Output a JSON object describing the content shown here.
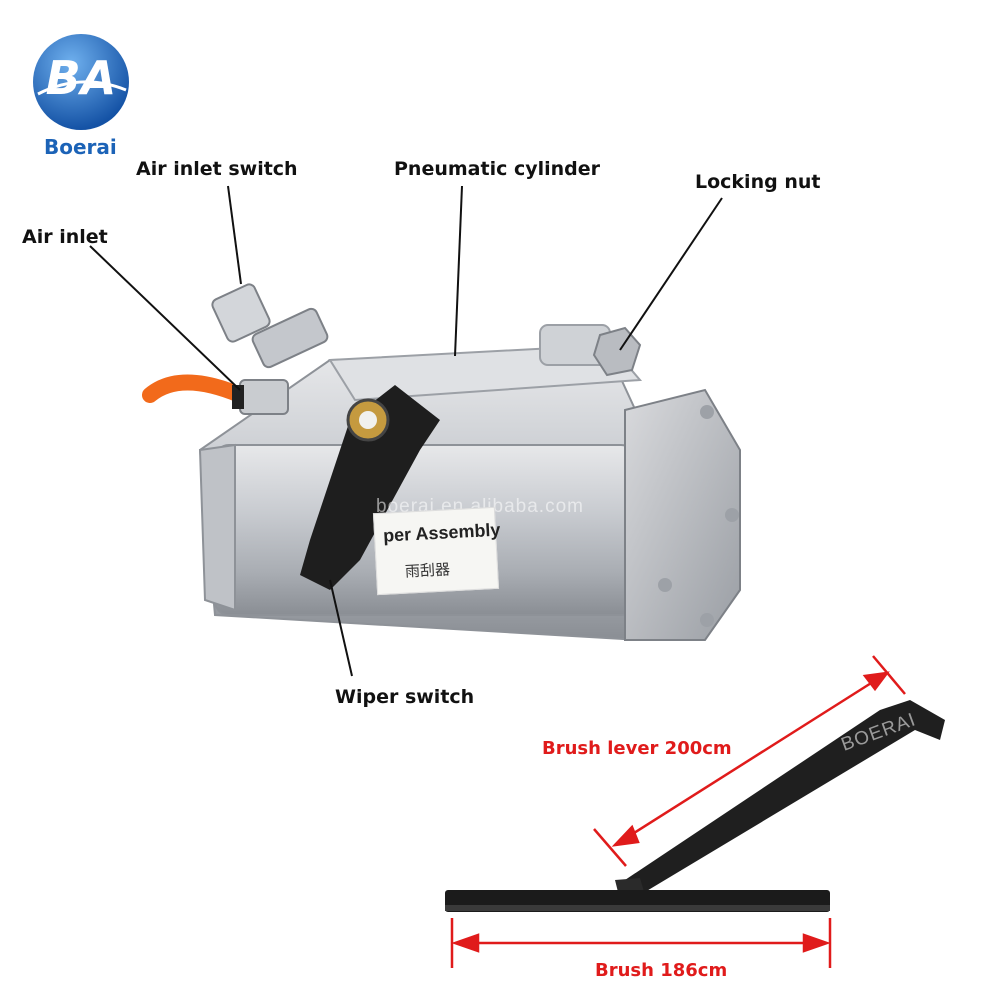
{
  "brand": {
    "logo_letters": "BA",
    "name": "Boerai"
  },
  "watermarks": {
    "site": "boerai.en.alibaba.com",
    "mark": "BOERAI"
  },
  "callouts": {
    "air_inlet_switch": "Air inlet switch",
    "pneumatic_cylinder": "Pneumatic cylinder",
    "locking_nut": "Locking nut",
    "air_inlet": "Air inlet",
    "wiper_switch": "Wiper switch"
  },
  "sticker": {
    "line1": "per Assembly",
    "line2": "雨刮器"
  },
  "dimensions": {
    "brush_lever": "Brush lever 200cm",
    "brush": "Brush 186cm"
  },
  "colors": {
    "logo_blue": "#1c63b7",
    "dimension_red": "#e01b1b",
    "hose_orange": "#f26a1b"
  }
}
